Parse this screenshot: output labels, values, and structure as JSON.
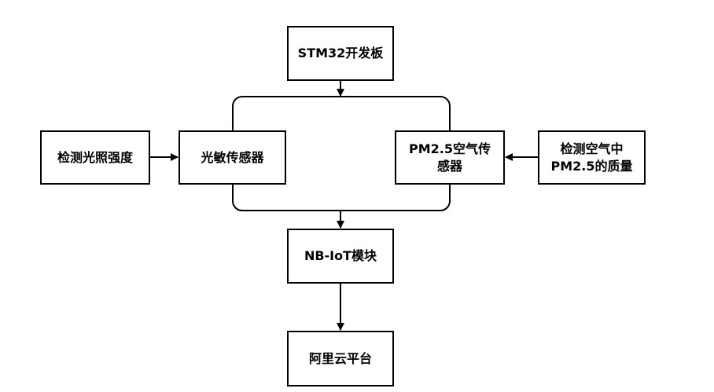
{
  "diagram": {
    "nodes": {
      "stm32": {
        "label": "STM32开发板"
      },
      "light_detect": {
        "label": "检测光照强度"
      },
      "photosensor": {
        "label": "光敏传感器"
      },
      "pm25_sensor": {
        "label": "PM2.5空气传\n感器"
      },
      "air_detect": {
        "label": "检测空气中\nPM2.5的质量"
      },
      "nbiot": {
        "label": "NB-IoT模块"
      },
      "aliyun": {
        "label": "阿里云平台"
      }
    },
    "edges": [
      {
        "from": "stm32",
        "to": "bus"
      },
      {
        "from": "light_detect",
        "to": "photosensor"
      },
      {
        "from": "air_detect",
        "to": "pm25_sensor"
      },
      {
        "from": "bus",
        "to": "nbiot"
      },
      {
        "from": "nbiot",
        "to": "aliyun"
      }
    ]
  }
}
